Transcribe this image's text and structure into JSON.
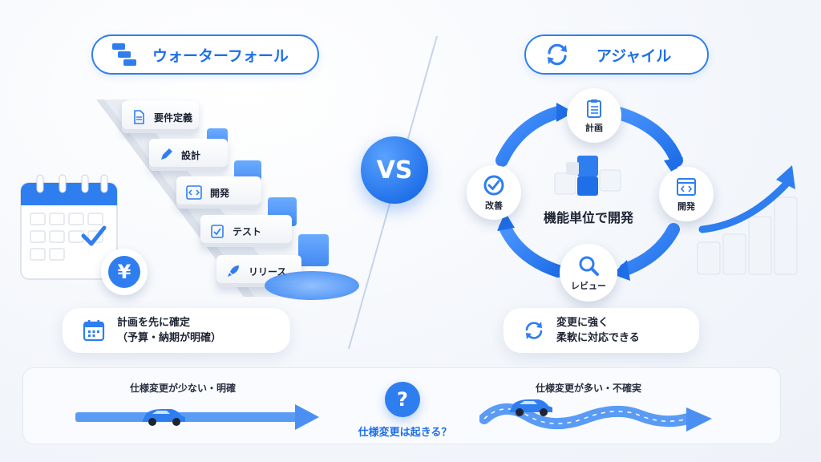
{
  "waterfall": {
    "title": "ウォーターフォール",
    "steps": [
      "要件定義",
      "設計",
      "開発",
      "テスト",
      "リリース"
    ],
    "card_text_line1": "計画を先に確定",
    "card_text_line2": "（予算・納期が明確）",
    "currency_symbol": "¥"
  },
  "vs": "VS",
  "agile": {
    "title": "アジャイル",
    "center_label": "機能単位で開発",
    "nodes": [
      "計画",
      "開発",
      "レビュー",
      "改善"
    ],
    "card_text_line1": "変更に強く",
    "card_text_line2": "柔軟に対応できる"
  },
  "bottom": {
    "left_label": "仕様変更が少ない・明確",
    "right_label": "仕様変更が多い・不確実",
    "question_mark": "?",
    "question": "仕様変更は起きる？"
  },
  "colors": {
    "accent": "#2f7ef0",
    "accent_dark": "#1f6fe8",
    "light": "#e8f0fc"
  }
}
